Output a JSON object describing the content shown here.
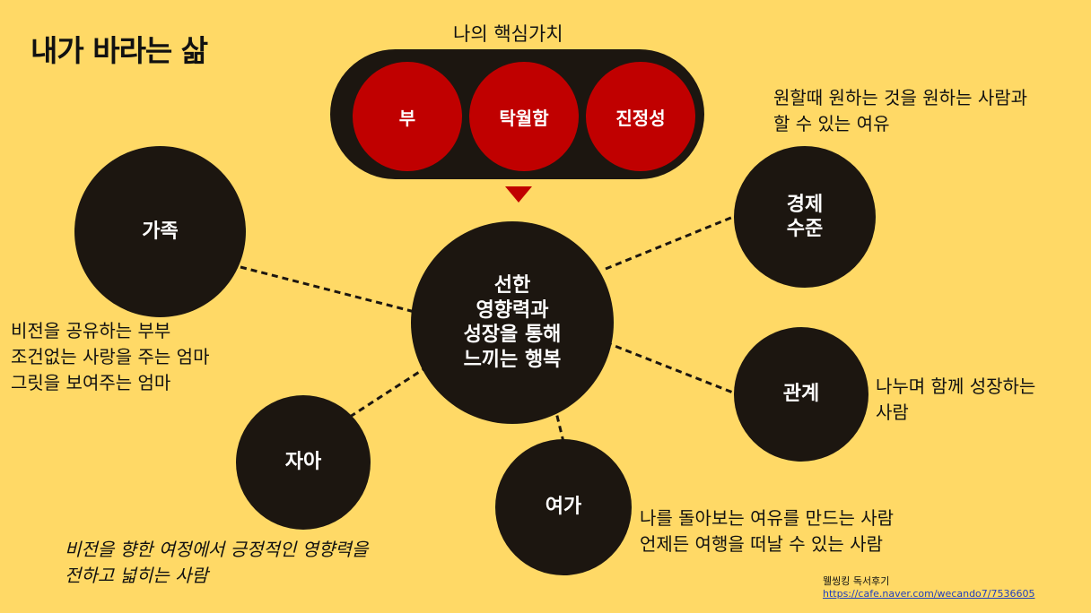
{
  "title": "내가 바라는 삶",
  "core_values": {
    "label": "나의 핵심가치",
    "items": [
      "부",
      "탁월함",
      "진정성"
    ]
  },
  "center": {
    "text": "선한\n영향력과\n성장을 통해\n느끼는 행복"
  },
  "nodes": {
    "family": {
      "label": "가족",
      "note": "비전을 공유하는 부부\n조건없는 사랑을 주는 엄마\n그릿을 보여주는 엄마"
    },
    "economy": {
      "label": "경제\n수준",
      "note": "원할때 원하는 것을 원하는 사람과\n할 수 있는 여유"
    },
    "relationship": {
      "label": "관계",
      "note": "나누며 함께 성장하는\n사람"
    },
    "self": {
      "label": "자아",
      "note": "비전을 향한 여정에서 긍정적인 영향력을\n전하고 넓히는 사람"
    },
    "leisure": {
      "label": "여가",
      "note": "나를 돌아보는 여유를 만드는 사람\n언제든 여행을 떠날 수 있는 사람"
    }
  },
  "credit": {
    "text": "웰씽킹 독서후기",
    "link": "https://cafe.naver.com/wecando7/7536605"
  },
  "colors": {
    "background": "#FFD966",
    "circle": "#1C1610",
    "accent": "#C00000"
  }
}
